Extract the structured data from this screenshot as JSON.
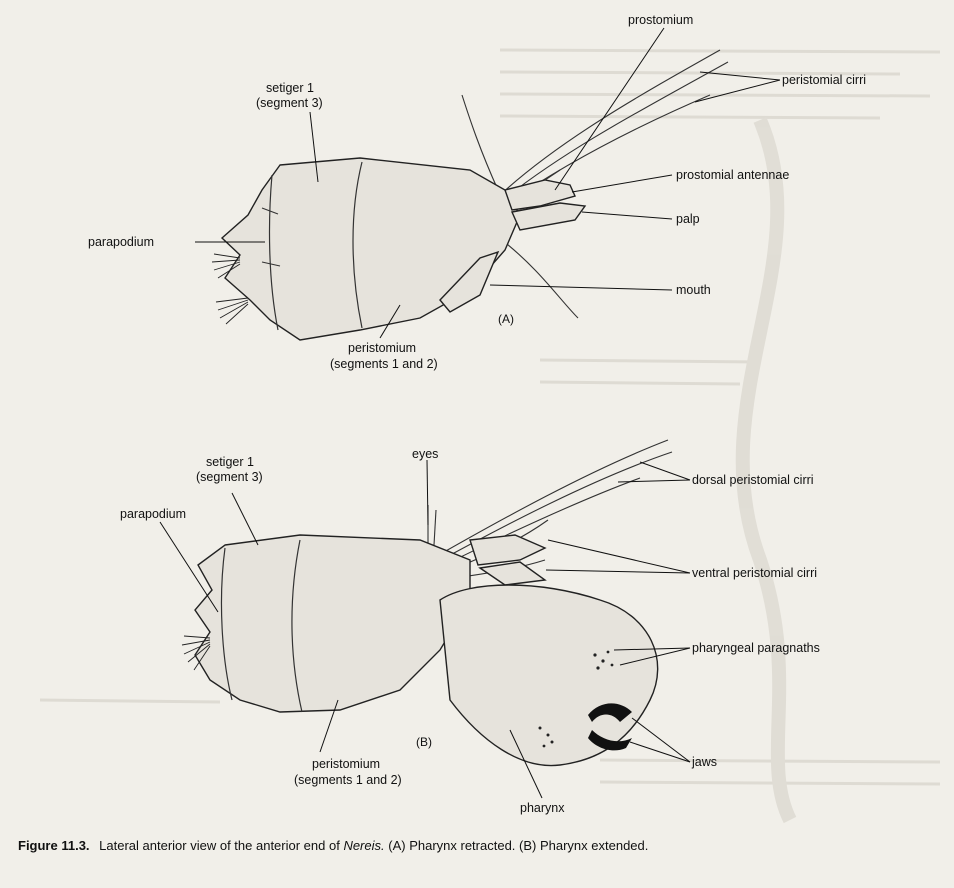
{
  "figure": {
    "panels": {
      "a": {
        "panel_label": "(A)",
        "labels": {
          "prostomium": "prostomium",
          "peristomial_cirri": "peristomial cirri",
          "setiger": "setiger 1",
          "setiger_sub": "(segment 3)",
          "prostomial_antennae": "prostomial antennae",
          "palp": "palp",
          "parapodium": "parapodium",
          "mouth": "mouth",
          "peristomium": "peristomium",
          "peristomium_sub": "(segments 1 and 2)"
        }
      },
      "b": {
        "panel_label": "(B)",
        "labels": {
          "setiger": "setiger 1",
          "setiger_sub": "(segment 3)",
          "eyes": "eyes",
          "dorsal_peristomial_cirri": "dorsal peristomial cirri",
          "parapodium": "parapodium",
          "ventral_peristomial_cirri": "ventral peristomial cirri",
          "pharyngeal_paragnaths": "pharyngeal paragnaths",
          "jaws": "jaws",
          "peristomium": "peristomium",
          "peristomium_sub": "(segments 1 and 2)",
          "pharynx": "pharynx"
        }
      }
    },
    "caption": {
      "figure_number": "Figure 11.3.",
      "text_before_italic": "Lateral anterior view of the anterior end of",
      "italic": "Nereis.",
      "text_after_italic": "(A) Pharynx retracted. (B) Pharynx extended."
    }
  }
}
